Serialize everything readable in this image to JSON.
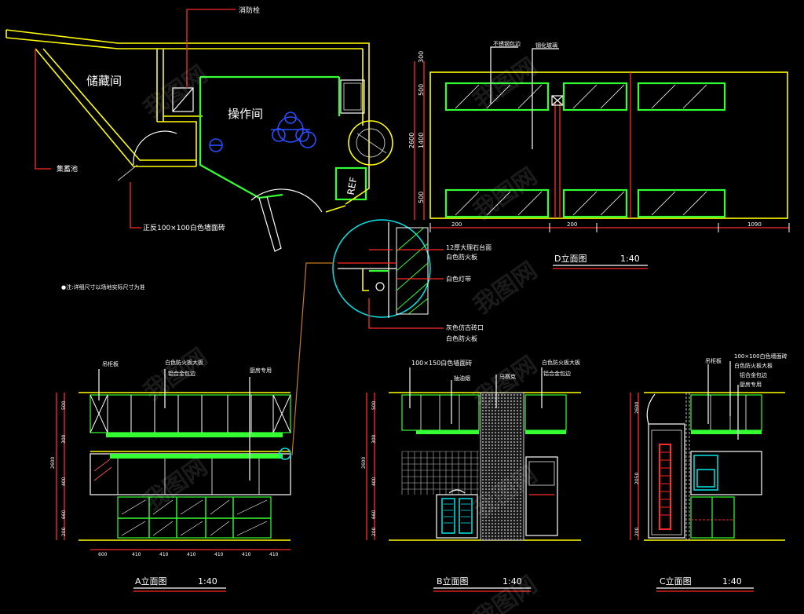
{
  "plan": {
    "labels": {
      "storage_room": "储藏间",
      "operation_room": "操作间",
      "fire_hydrant": "消防栓",
      "floor_drain": "集蓄池",
      "wall_tile": "正反100×100白色墙面砖",
      "ref": "REF",
      "note": "●注:详细尺寸以场地实际尺寸为准"
    }
  },
  "detail": {
    "labels": {
      "top_right": "12厚大理石台面",
      "top_right2": "白色防火板",
      "mid_right": "白色灯带",
      "bottom_right": "灰色仿古砖口",
      "bottom_right2": "白色防火板"
    }
  },
  "elevation_d": {
    "title": "D立面图",
    "scale": "1:40",
    "top_label_1": "不锈钢包边",
    "top_label_2": "钢化玻璃",
    "dims_left": [
      "300",
      "500",
      "1400",
      "500",
      "2600"
    ],
    "dims_bottom": [
      "200",
      "200",
      "1090"
    ]
  },
  "elevation_a": {
    "title": "A立面图",
    "scale": "1:40",
    "label_1": "吊柜板",
    "label_2": "白色防火板大板",
    "label_2b": "铝合金包边",
    "label_3": "厨房专用",
    "dims_left": [
      "2600",
      "500",
      "300",
      "400",
      "660",
      "200"
    ],
    "dims_bottom": [
      "600",
      "410",
      "410",
      "410",
      "410",
      "410",
      "410"
    ]
  },
  "elevation_b": {
    "title": "B立面图",
    "scale": "1:40",
    "label_1": "100×150白色墙面砖",
    "label_2": "抽油烟",
    "label_3": "马赛克",
    "label_4": "白色防火板大板",
    "label_4b": "铝合金包边",
    "dims_left": [
      "2600",
      "500",
      "300",
      "400",
      "660",
      "200"
    ]
  },
  "elevation_c": {
    "title": "C立面图",
    "scale": "1:40",
    "label_1": "吊柜板",
    "label_2": "100×100白色墙面砖",
    "label_3": "白色防火板大板",
    "label_4": "铝合金包边",
    "label_5": "厨房专用",
    "dims_left": [
      "2600",
      "2050",
      "200"
    ]
  },
  "watermark": "我图网",
  "colors": {
    "background": "#000000",
    "wall": "#ffff00",
    "cabinet": "#33ff33",
    "leader": "#ff2a2a",
    "text": "#ffffff",
    "highlight": "#00e5e5",
    "furniture": "#2a4dff"
  }
}
